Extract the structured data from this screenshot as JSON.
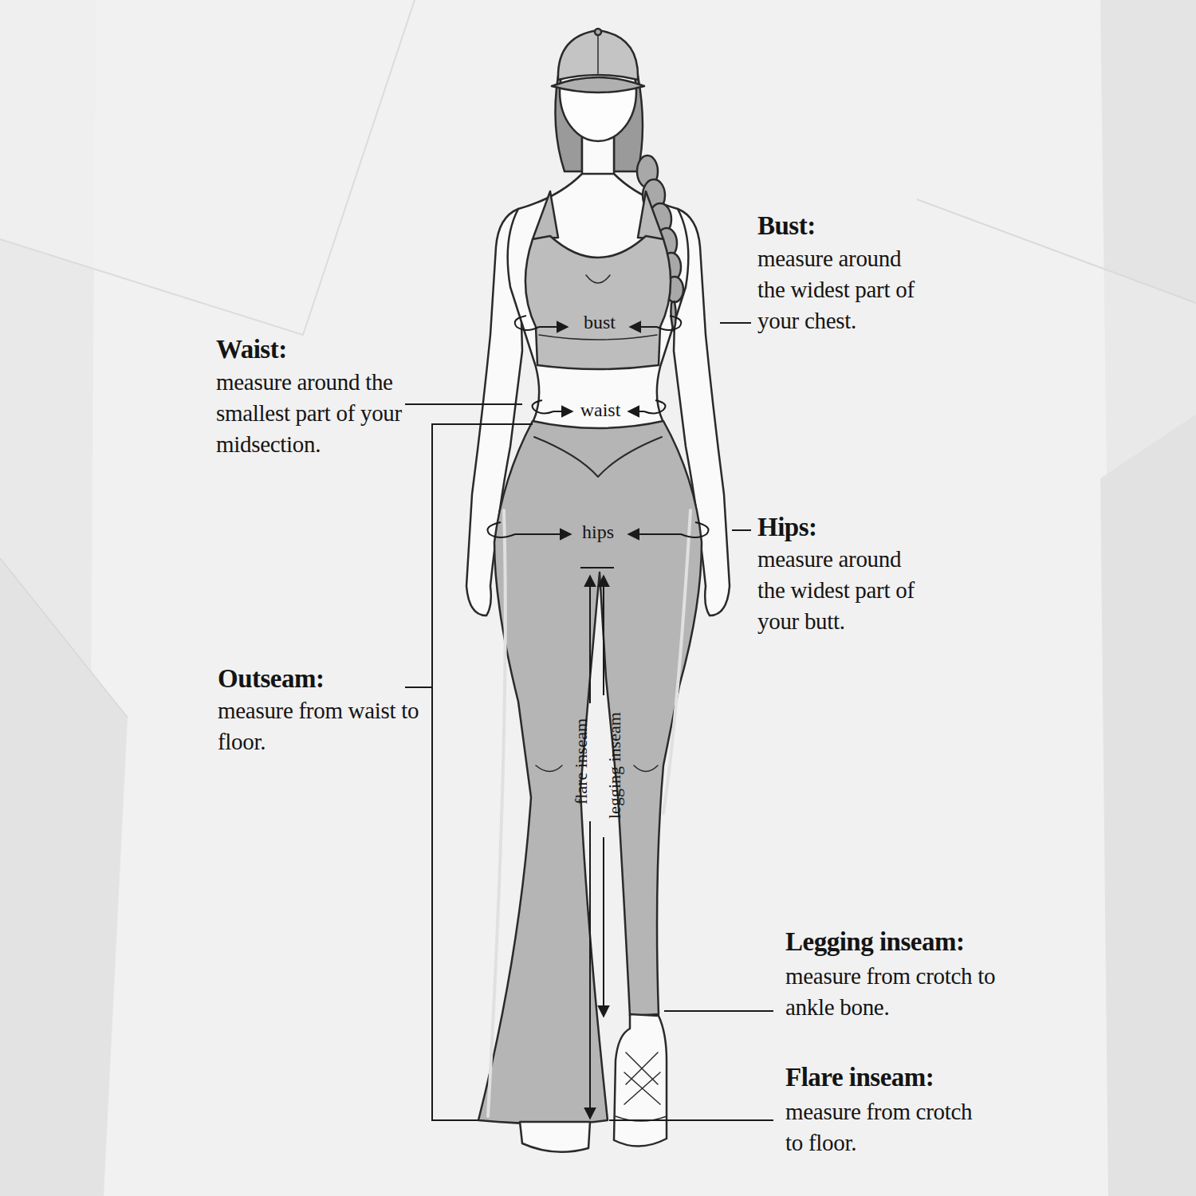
{
  "diagram": {
    "labels": [
      "Bust:",
      "measure around the widest part of your chest.",
      "bust",
      "Waist:",
      "measure around the smallest part of your midsection.",
      "waist",
      "hips",
      "Hips:",
      "measure around the widest part of your butt.",
      "Outseam:",
      "measure from waist to floor.",
      "flare inseam",
      "legging inseam",
      "Legging inseam:",
      "measure from crotch to ankle bone.",
      "Flare inseam:",
      "measure from crotch to floor."
    ]
  }
}
